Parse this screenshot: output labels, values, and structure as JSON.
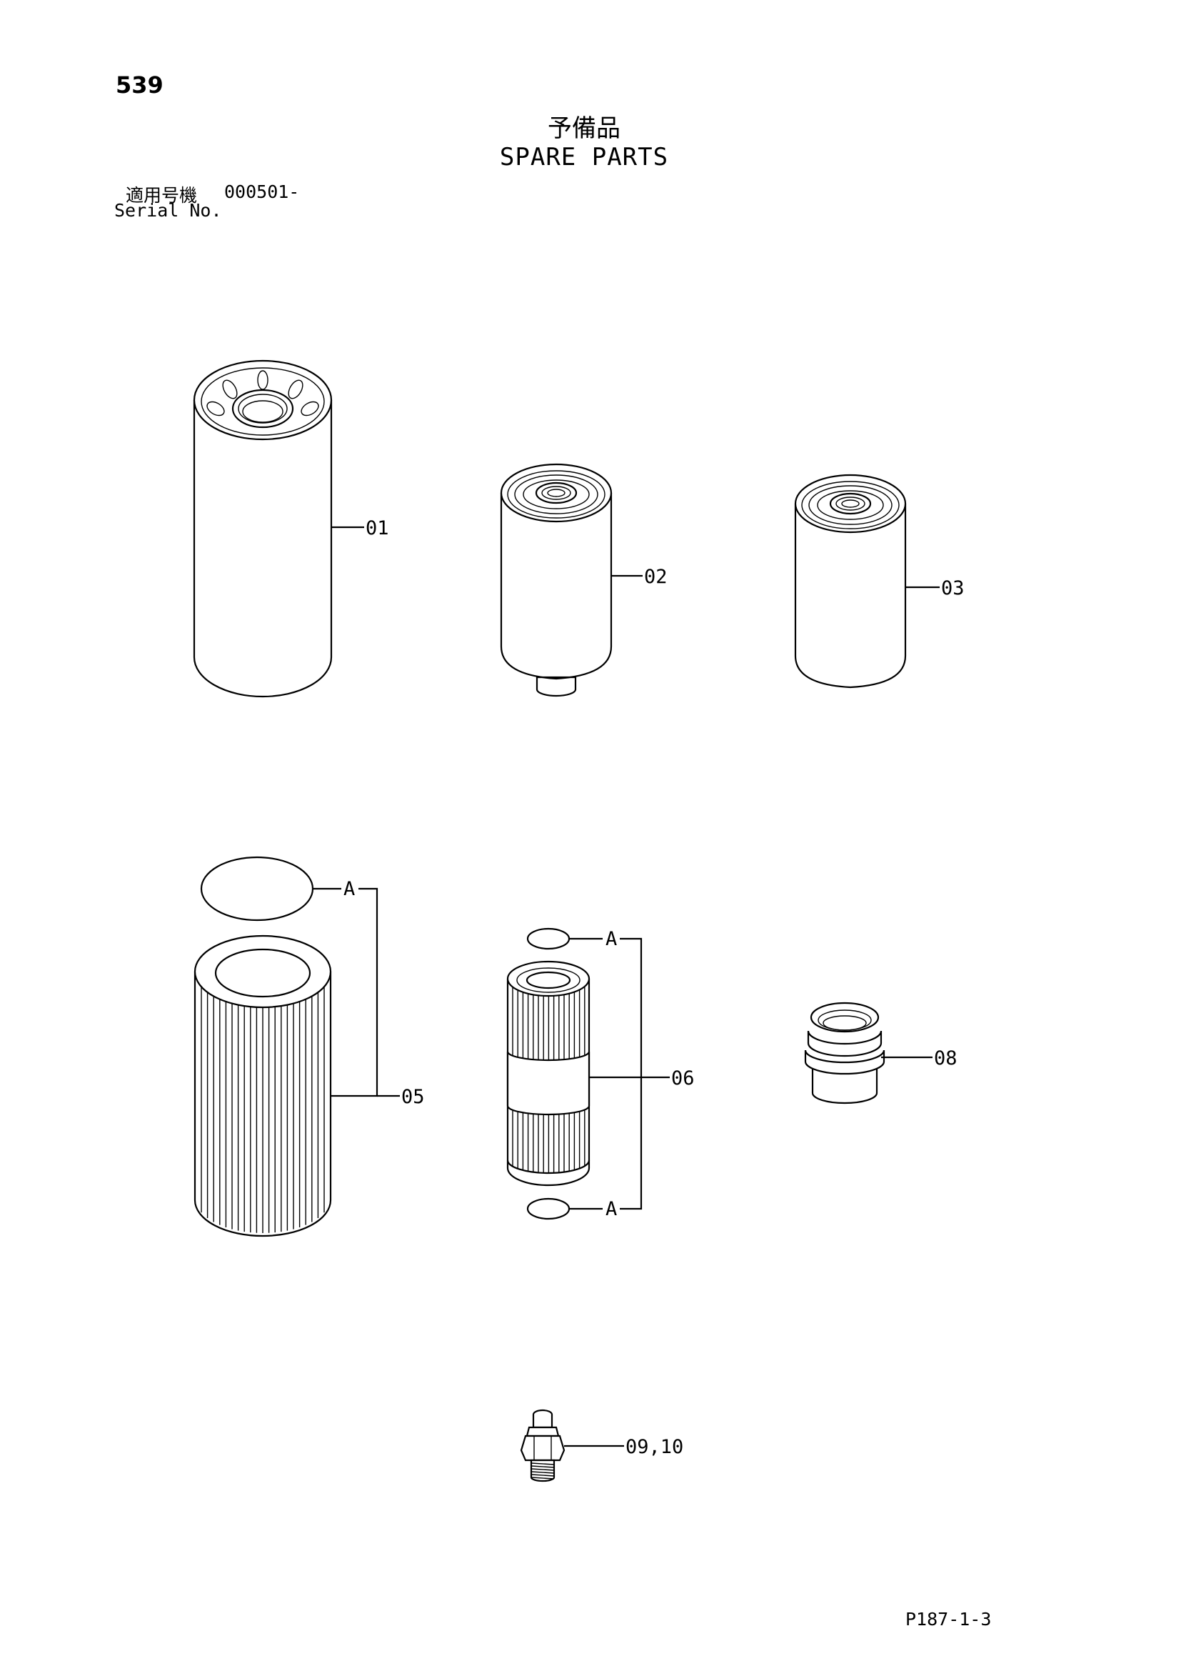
{
  "page_number": "539",
  "title_jp": "予備品",
  "title_en": "SPARE PARTS",
  "serial": {
    "label_jp": "適用号機",
    "value": "000501-",
    "label_en": "Serial No."
  },
  "callouts": {
    "p01": "01",
    "p02": "02",
    "p03": "03",
    "p05": "05",
    "p06": "06",
    "p08": "08",
    "p0910": "09,10",
    "ref_a": "A"
  },
  "footer_code": "P187-1-3"
}
